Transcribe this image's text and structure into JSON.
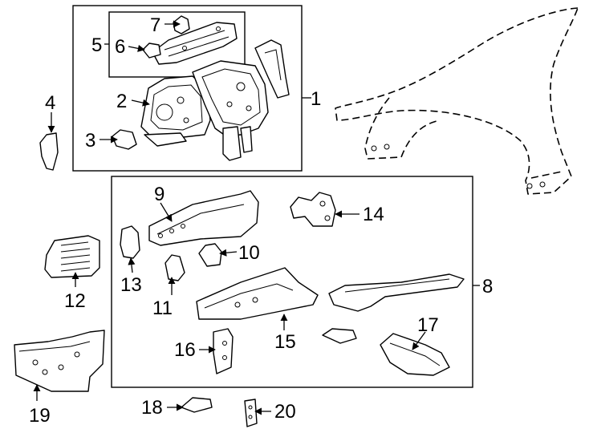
{
  "callouts": {
    "c1": "1",
    "c2": "2",
    "c3": "3",
    "c4": "4",
    "c5": "5",
    "c6": "6",
    "c7": "7",
    "c8": "8",
    "c9": "9",
    "c10": "10",
    "c11": "11",
    "c12": "12",
    "c13": "13",
    "c14": "14",
    "c15": "15",
    "c16": "16",
    "c17": "17",
    "c18": "18",
    "c19": "19",
    "c20": "20"
  },
  "icons": {
    "arrowhead": "arrow-head-icon"
  }
}
